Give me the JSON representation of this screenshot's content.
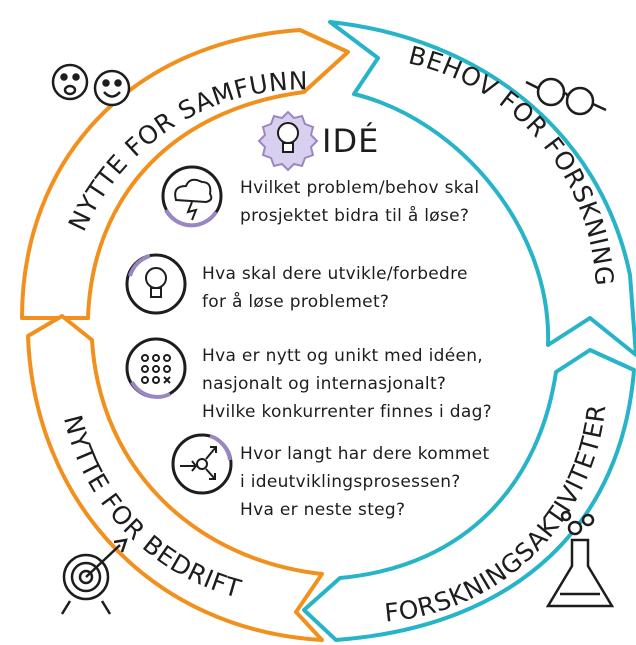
{
  "colors": {
    "orange": "#f2901e",
    "teal": "#27b3c8",
    "purple": "#9b86c4",
    "ink": "#1d1d1d"
  },
  "segments": {
    "samfunn": "NYTTE FOR SAMFUNN",
    "behov": "BEHOV FOR FORSKNING",
    "bedrift": "NYTTE FOR BEDRIFT",
    "aktiviteter": "FORSKNINGSAKTIVITETER"
  },
  "center": {
    "title": "IDÉ",
    "title_icon": "lightbulb-gear-icon",
    "items": [
      {
        "icon": "storm-cloud-icon",
        "lines": [
          "Hvilket problem/behov skal",
          "prosjektet bidra til å løse?"
        ]
      },
      {
        "icon": "lightbulb-icon",
        "lines": [
          "Hva skal dere utvikle/forbedre",
          "for å løse problemet?"
        ]
      },
      {
        "icon": "dot-grid-icon",
        "lines": [
          "Hva er nytt og unikt med idéen,",
          "nasjonalt og internasjonalt?",
          "Hvilke konkurrenter finnes i dag?"
        ]
      },
      {
        "icon": "process-arrows-icon",
        "lines": [
          "Hvor langt har dere kommet",
          "i ideutviklingsprosessen?",
          "Hva er neste steg?"
        ]
      }
    ]
  },
  "decor_icons": [
    "faces-icon",
    "glasses-icon",
    "target-arrow-icon",
    "flask-icon"
  ]
}
